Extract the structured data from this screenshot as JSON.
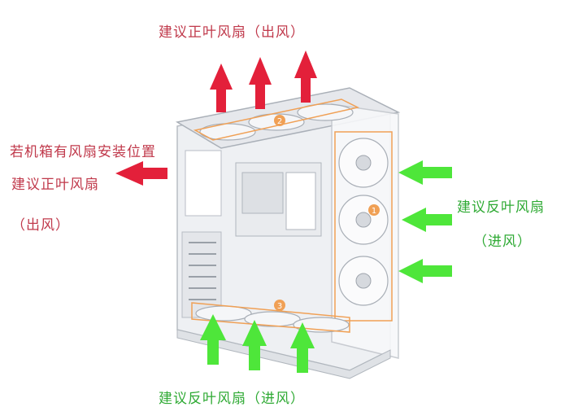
{
  "labels": {
    "top": "建议正叶风扇（出风）",
    "left_line1": "若机箱有风扇安装位置",
    "left_line2": "建议正叶风扇",
    "left_line3": "（出风）",
    "right_line1": "建议反叶风扇",
    "right_line2": "（进风）",
    "bottom": "建议反叶风扇（进风）"
  },
  "markers": {
    "top_fan": "2",
    "side_fan": "1",
    "bottom_fan": "3"
  },
  "colors": {
    "exhaust_arrow": "#e3203a",
    "intake_arrow": "#4ee63a",
    "exhaust_text": "#c0394b",
    "intake_text": "#2faa34",
    "marker": "#f0a055",
    "case_body": "#f3f4f6",
    "case_edge": "#b8bdc4"
  }
}
